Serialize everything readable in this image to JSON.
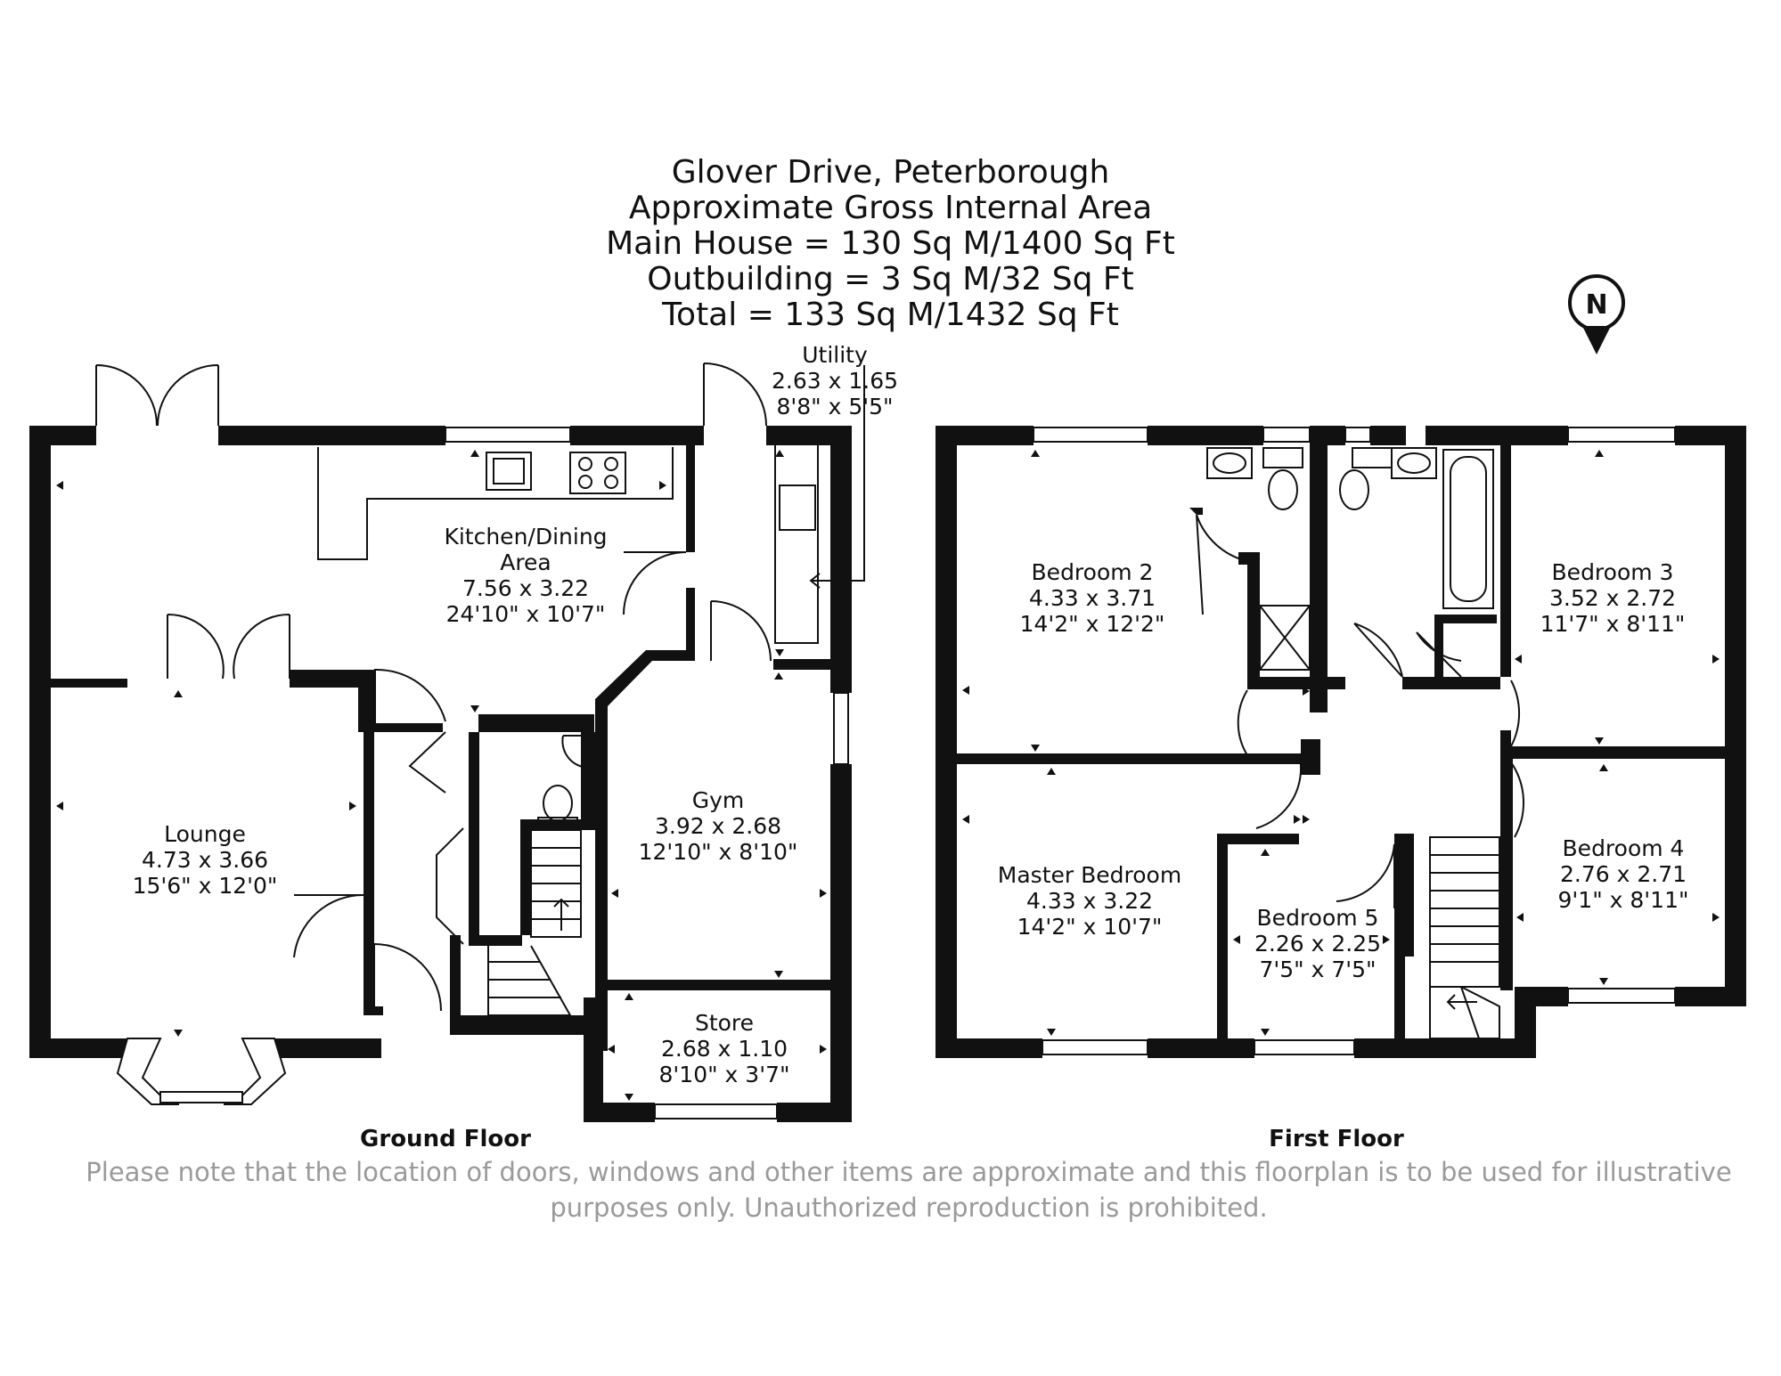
{
  "header": {
    "line1": "Glover Drive, Peterborough",
    "line2": "Approximate Gross Internal Area",
    "line3": "Main House = 130 Sq M/1400 Sq Ft",
    "line4": "Outbuilding = 3 Sq M/32 Sq Ft",
    "line5": "Total = 133 Sq M/1432 Sq Ft"
  },
  "compass": {
    "letter": "N"
  },
  "ground_floor": {
    "title": "Ground Floor",
    "rooms": {
      "kitchen": {
        "name1": "Kitchen/Dining",
        "name2": "Area",
        "metric": "7.56 x 3.22",
        "imperial": "24'10\" x 10'7\""
      },
      "utility": {
        "name": "Utility",
        "metric": "2.63 x 1.65",
        "imperial": "8'8\" x 5'5\""
      },
      "lounge": {
        "name": "Lounge",
        "metric": "4.73 x 3.66",
        "imperial": "15'6\" x 12'0\""
      },
      "gym": {
        "name": "Gym",
        "metric": "3.92 x 2.68",
        "imperial": "12'10\" x 8'10\""
      },
      "store": {
        "name": "Store",
        "metric": "2.68 x 1.10",
        "imperial": "8'10\" x 3'7\""
      }
    }
  },
  "first_floor": {
    "title": "First Floor",
    "rooms": {
      "bedroom2": {
        "name": "Bedroom 2",
        "metric": "4.33 x 3.71",
        "imperial": "14'2\" x 12'2\""
      },
      "bedroom3": {
        "name": "Bedroom 3",
        "metric": "3.52 x 2.72",
        "imperial": "11'7\" x 8'11\""
      },
      "master": {
        "name": "Master Bedroom",
        "metric": "4.33 x 3.22",
        "imperial": "14'2\" x 10'7\""
      },
      "bedroom5": {
        "name": "Bedroom 5",
        "metric": "2.26 x 2.25",
        "imperial": "7'5\" x 7'5\""
      },
      "bedroom4": {
        "name": "Bedroom 4",
        "metric": "2.76 x 2.71",
        "imperial": "9'1\" x 8'11\""
      }
    }
  },
  "disclaimer": "Please note that the location of doors, windows and other items are approximate and this floorplan is to be used for illustrative purposes only. Unauthorized reproduction is prohibited."
}
